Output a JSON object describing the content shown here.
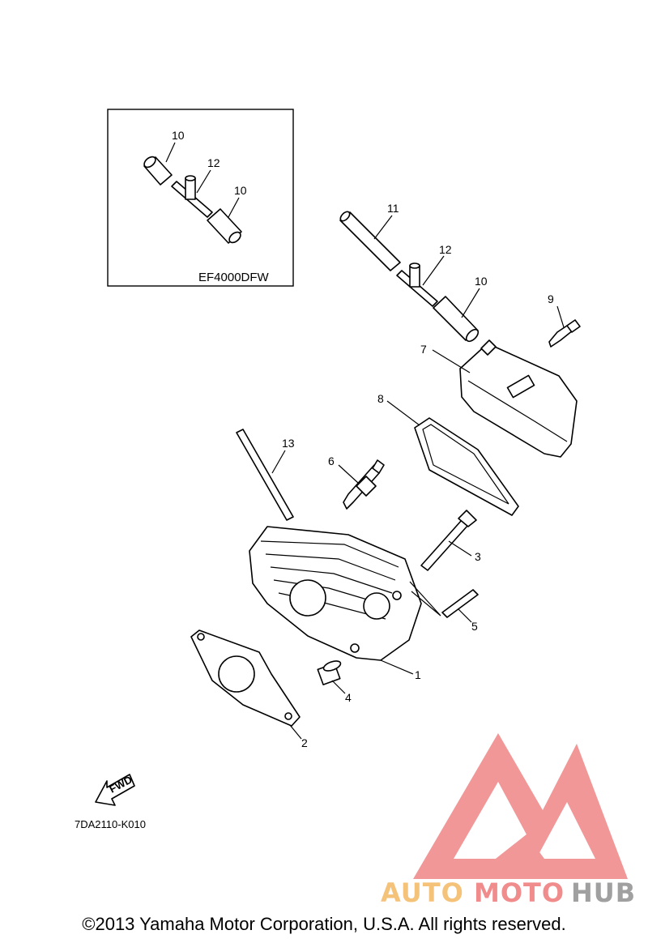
{
  "inset": {
    "title": "EF4000DFW"
  },
  "diagram_code": "7DA2110-K010",
  "fwd_label": "FWD",
  "callouts": {
    "inset_10a": "10",
    "inset_12": "12",
    "inset_10b": "10",
    "p11": "11",
    "p12": "12",
    "p10": "10",
    "p9": "9",
    "p7": "7",
    "p8": "8",
    "p13": "13",
    "p6": "6",
    "p3": "3",
    "p5": "5",
    "p1": "1",
    "p4": "4",
    "p2": "2"
  },
  "watermark": {
    "part1": "AUTO",
    "part2": "MOTO",
    "part3": "HUB"
  },
  "colors": {
    "watermark_red": "#f08c8c",
    "watermark_orange": "#f5c27a",
    "watermark_gray": "#a0a0a0"
  },
  "copyright": "©2013 Yamaha Motor Corporation, U.S.A. All rights reserved."
}
